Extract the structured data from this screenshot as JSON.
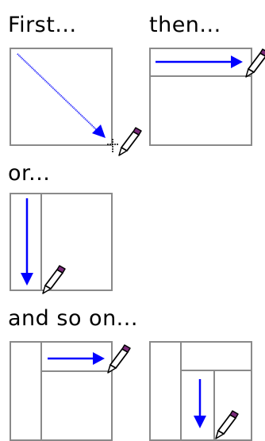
{
  "captions": {
    "first": "First...",
    "then": "then...",
    "or": "or...",
    "and_so_on": "and so on..."
  },
  "colors": {
    "arrow": "#0000ff",
    "panel_border": "#8a8a8a",
    "pencil_tip": "#7a2a7a"
  },
  "icons": {
    "pencil": "pencil-icon",
    "crosshair": "crosshair-cursor-icon"
  }
}
